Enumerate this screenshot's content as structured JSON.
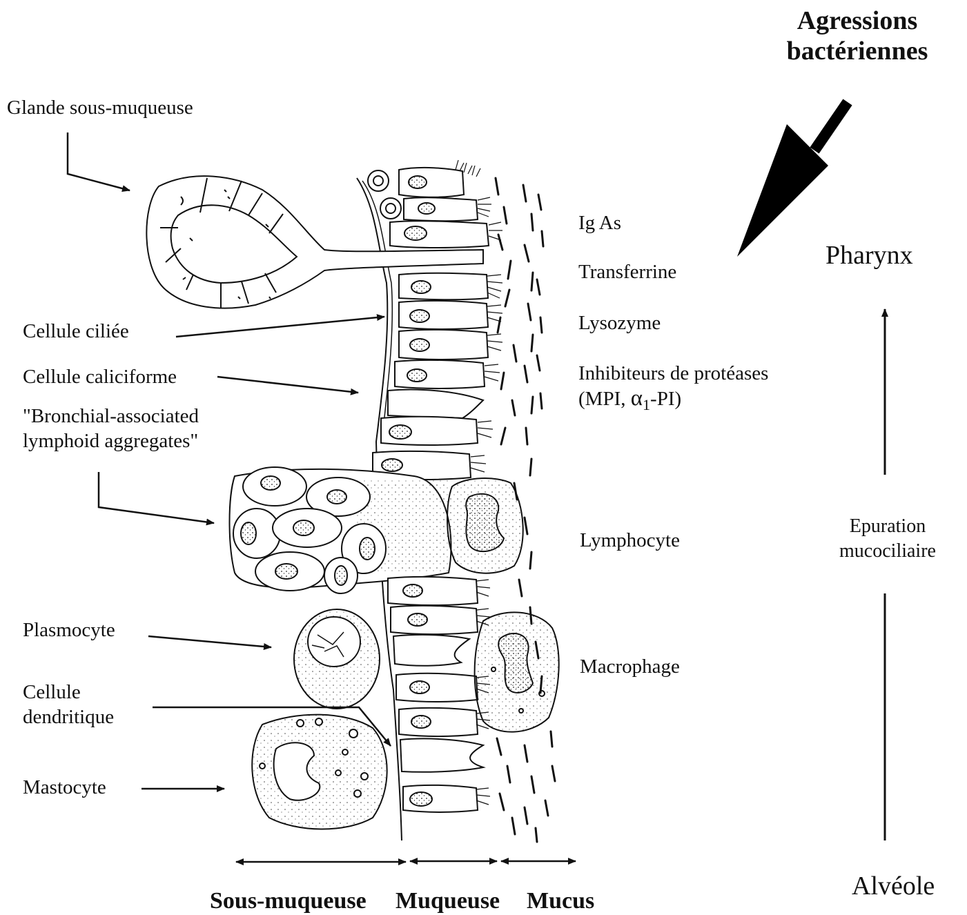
{
  "title": {
    "line1": "Agressions",
    "line2": "bactériennes"
  },
  "left_labels": {
    "glande": "Glande sous-muqueuse",
    "ciliee": "Cellule ciliée",
    "caliciforme": "Cellule caliciforme",
    "balt_line1": "\"Bronchial-associated",
    "balt_line2": "lymphoid aggregates\"",
    "plasmocyte": "Plasmocyte",
    "dendritique_line1": "Cellule",
    "dendritique_line2": "dendritique",
    "mastocyte": "Mastocyte"
  },
  "right_labels": {
    "igas": "Ig As",
    "transferrine": "Transferrine",
    "lysozyme": "Lysozyme",
    "inhibiteurs_line1": "Inhibiteurs de protéases",
    "inhibiteurs_line2_prefix": "(MPI, ",
    "inhibiteurs_alpha": "α",
    "inhibiteurs_sub": "1",
    "inhibiteurs_line2_suffix": "-PI)",
    "lymphocyte": "Lymphocyte",
    "macrophage": "Macrophage"
  },
  "clearance": {
    "pharynx": "Pharynx",
    "epuration_line1": "Epuration",
    "epuration_line2": "mucociliaire",
    "alveole": "Alvéole"
  },
  "layers": {
    "sous_muqueuse": "Sous-muqueuse",
    "muqueuse": "Muqueuse",
    "mucus": "Mucus"
  }
}
